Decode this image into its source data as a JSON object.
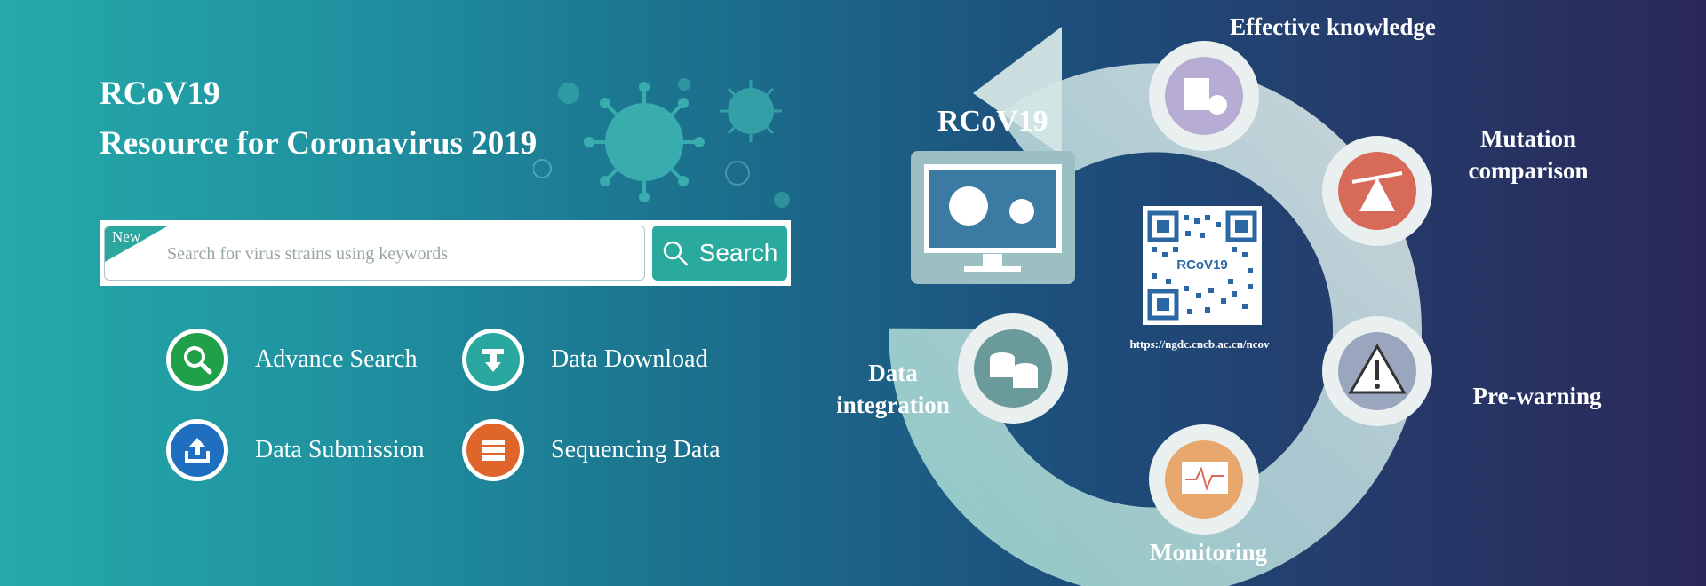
{
  "banner": {
    "title": "RCoV19",
    "subtitle": "Resource for Coronavirus 2019"
  },
  "search": {
    "tag": "New",
    "placeholder": "Search for virus strains using keywords",
    "button_label": "Search"
  },
  "features": [
    {
      "label": "Advance Search",
      "icon": "magnifier-icon",
      "color": "#21a04a"
    },
    {
      "label": "Data Download",
      "icon": "download-icon",
      "color": "#2aa79f"
    },
    {
      "label": "Data Submission",
      "icon": "upload-icon",
      "color": "#1f6fc0"
    },
    {
      "label": "Sequencing Data",
      "icon": "server-icon",
      "color": "#e0652a"
    }
  ],
  "cycle": {
    "center_title": "RCoV19",
    "qr_text": "RCoV19",
    "url": "https://ngdc.cncb.ac.cn/ncov",
    "stages": [
      {
        "label": "Effective knowledge"
      },
      {
        "label_line1": "Mutation",
        "label_line2": "comparison"
      },
      {
        "label": "Pre-warning"
      },
      {
        "label": "Monitoring"
      },
      {
        "label_line1": "Data",
        "label_line2": "integration"
      }
    ]
  },
  "colors": {
    "accent": "#2aaa9d",
    "ring": "#cfe5e1",
    "knowledge": "#b7acd3",
    "mutation": "#d86a5a",
    "warning": "#9aa6bd",
    "monitoring": "#e7a66c",
    "data": "#6a9a9a"
  }
}
